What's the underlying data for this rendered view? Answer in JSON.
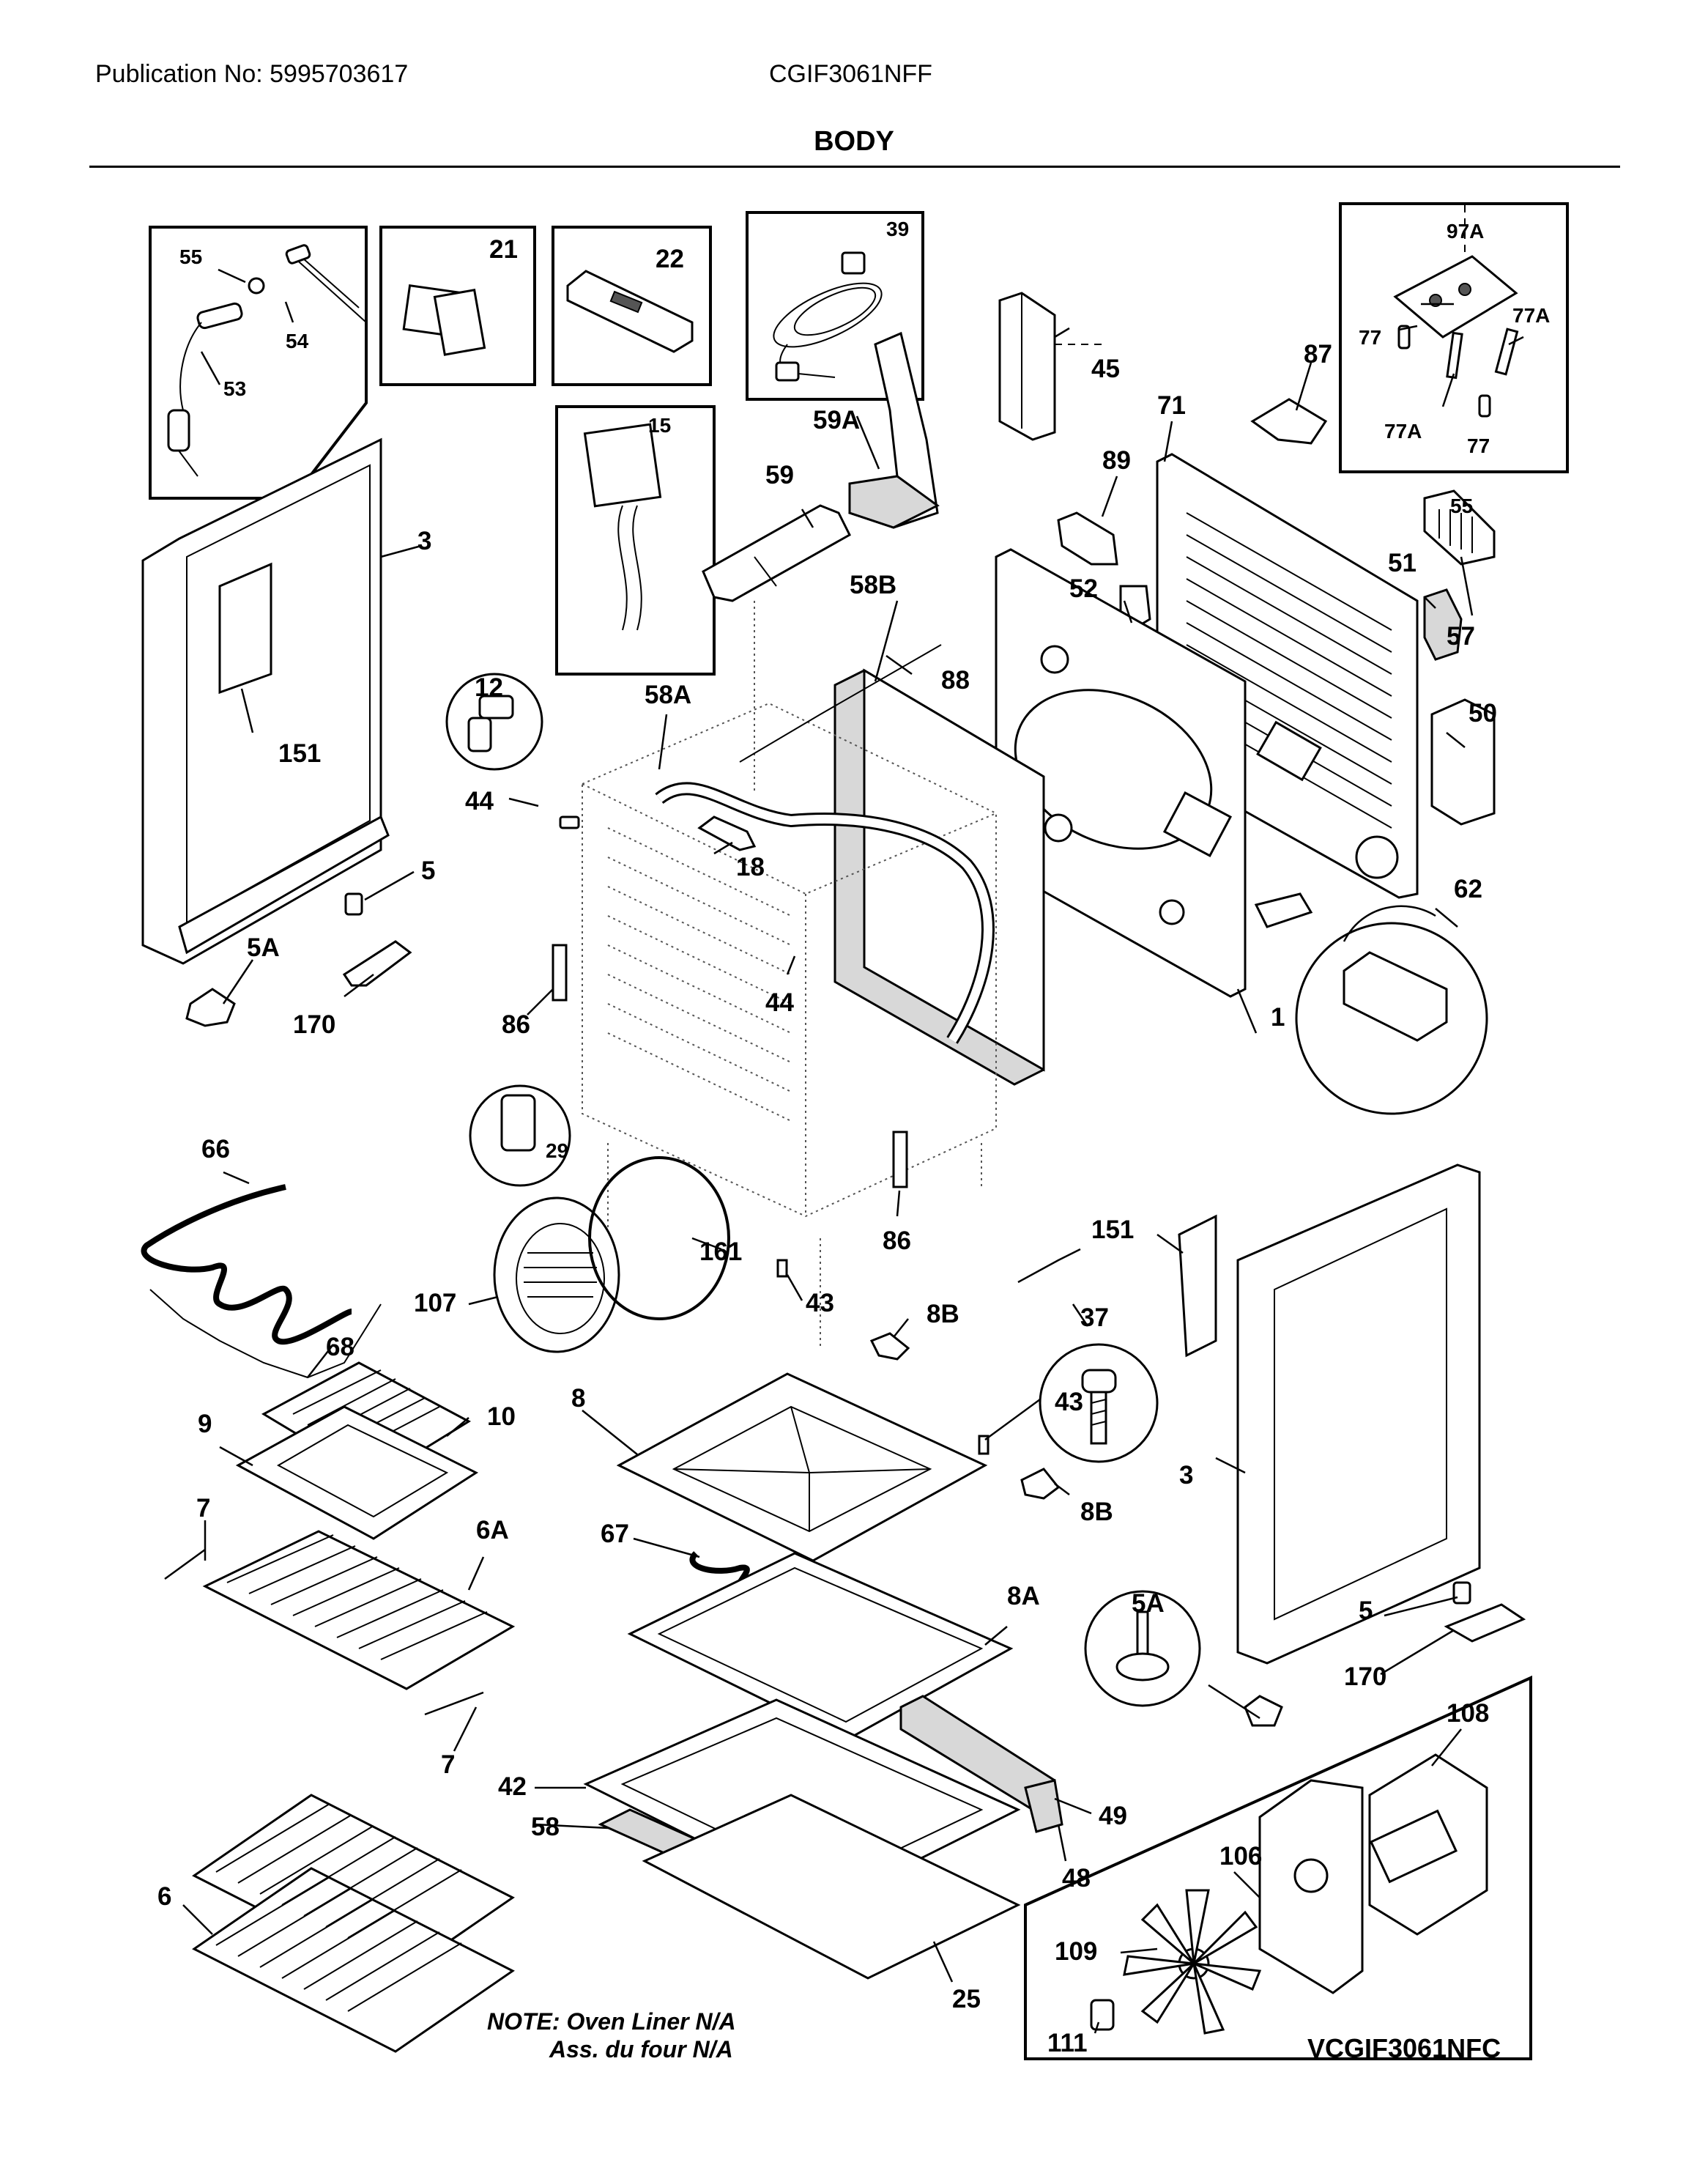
{
  "header": {
    "publication": "Publication No: 5995703617",
    "model": "CGIF3061NFF",
    "section_title": "BODY"
  },
  "labels": {
    "p55": "55",
    "p54": "54",
    "p53": "53",
    "p21": "21",
    "p22": "22",
    "p39": "39",
    "p15": "15",
    "p45": "45",
    "p59A": "59A",
    "p59": "59",
    "p97A": "97A",
    "p77a": "77",
    "p77Aa": "77A",
    "p77Ab": "77A",
    "p77b": "77",
    "p87": "87",
    "p71": "71",
    "p89": "89",
    "p3a": "3",
    "p58B": "58B",
    "p52": "52",
    "p51": "51",
    "p55b": "55",
    "p57": "57",
    "p88": "88",
    "p12": "12",
    "p58A": "58A",
    "p50": "50",
    "p151a": "151",
    "p44a": "44",
    "p5a": "5",
    "p18": "18",
    "p62": "62",
    "p5Aa": "5A",
    "p170a": "170",
    "p86a": "86",
    "p44b": "44",
    "p1": "1",
    "p29": "29",
    "p66": "66",
    "p161": "161",
    "p86b": "86",
    "p151b": "151",
    "p107": "107",
    "p43a": "43",
    "p8Ba": "8B",
    "p37": "37",
    "p68": "68",
    "p43b": "43",
    "p10": "10",
    "p8": "8",
    "p9": "9",
    "p3b": "3",
    "p8Bb": "8B",
    "p7a": "7",
    "p6A": "6A",
    "p67": "67",
    "p8A": "8A",
    "p5Ab": "5A",
    "p5b": "5",
    "p170b": "170",
    "p108": "108",
    "p7b": "7",
    "p42": "42",
    "p49": "49",
    "p58": "58",
    "p48": "48",
    "p106": "106",
    "p6": "6",
    "p109": "109",
    "p25": "25",
    "p111": "111"
  },
  "note_line1": "NOTE: Oven Liner N/A",
  "note_line2": "Ass. du four N/A",
  "figure_code": "VCGIF3061NFC"
}
